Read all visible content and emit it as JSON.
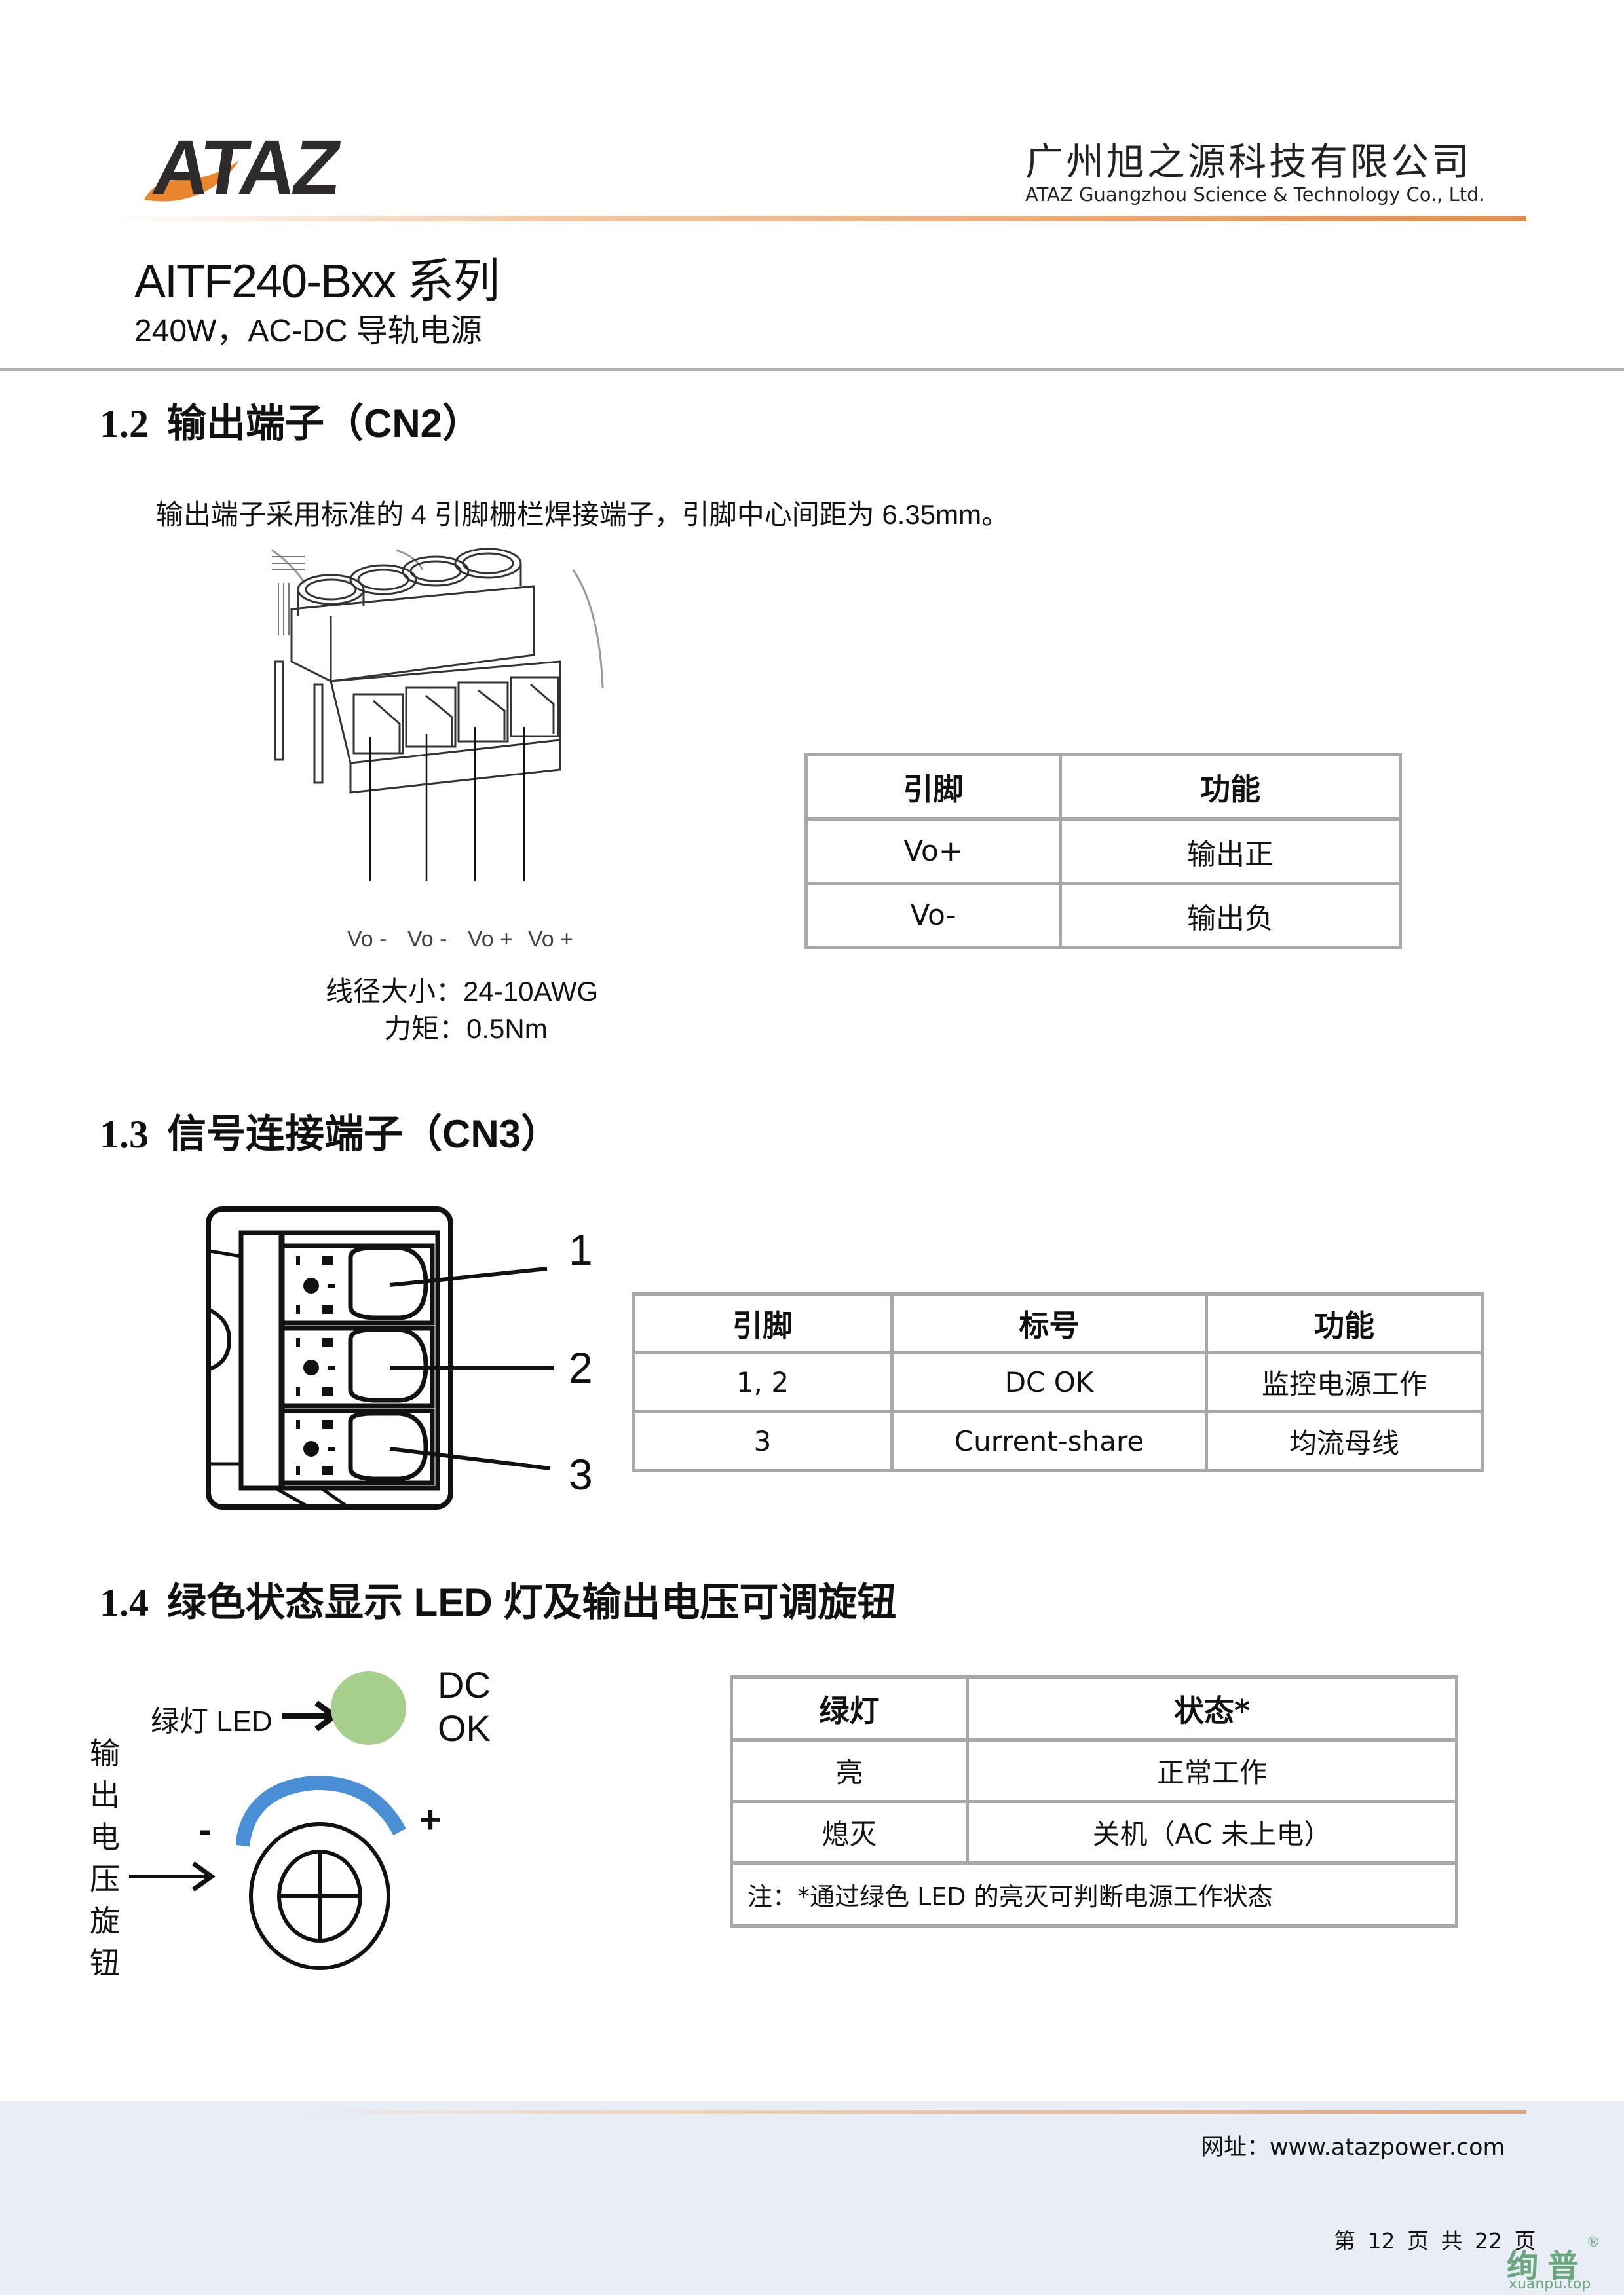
{
  "header": {
    "logo_text": "ATAZ",
    "company_cn": "广州旭之源科技有限公司",
    "company_en": "ATAZ Guangzhou Science & Technology Co., Ltd.",
    "product_title": "AITF240-Bxx 系列",
    "product_subtitle": "240W，AC-DC 导轨电源",
    "accent_color": "#e58e4b"
  },
  "section_1_2": {
    "number": "1.2",
    "title": "输出端子（CN2）",
    "description": "输出端子采用标准的 4 引脚栅栏焊接端子，引脚中心间距为 6.35mm。",
    "figure": {
      "pin_labels": [
        "Vo -",
        "Vo -",
        "Vo +",
        "Vo +"
      ],
      "wire_gauge_label": "线径大小：",
      "wire_gauge_value": "24-10AWG",
      "torque_label": "力矩：",
      "torque_value": "0.5Nm"
    },
    "table": {
      "headers": [
        "引脚",
        "功能"
      ],
      "rows": [
        [
          "Vo+",
          "输出正"
        ],
        [
          "Vo-",
          "输出负"
        ]
      ]
    }
  },
  "section_1_3": {
    "number": "1.3",
    "title": "信号连接端子（CN3）",
    "figure": {
      "pin_numbers": [
        "1",
        "2",
        "3"
      ]
    },
    "table": {
      "headers": [
        "引脚",
        "标号",
        "功能"
      ],
      "rows": [
        [
          "1, 2",
          "DC OK",
          "监控电源工作"
        ],
        [
          "3",
          "Current-share",
          "均流母线"
        ]
      ]
    }
  },
  "section_1_4": {
    "number": "1.4",
    "title": "绿色状态显示 LED 灯及输出电压可调旋钮",
    "figure": {
      "led_label": "绿灯 LED",
      "led_color": "#a5cf8b",
      "dc_ok_line1": "DC",
      "dc_ok_line2": "OK",
      "knob_label_chars": [
        "输",
        "出",
        "电",
        "压",
        "旋",
        "钮"
      ],
      "minus": "-",
      "plus": "+",
      "arc_color": "#4a8fd6"
    },
    "table": {
      "headers": [
        "绿灯",
        "状态*"
      ],
      "rows": [
        [
          "亮",
          "正常工作"
        ],
        [
          "熄灭",
          "关机（AC 未上电）"
        ]
      ],
      "note": "注：*通过绿色 LED 的亮灭可判断电源工作状态"
    }
  },
  "footer": {
    "website": "网址：www.atazpower.com",
    "page_number": "第 12 页 共 22 页",
    "watermark_cn": "绚普",
    "watermark_reg": "®",
    "watermark_en": "xuanpu.top"
  }
}
